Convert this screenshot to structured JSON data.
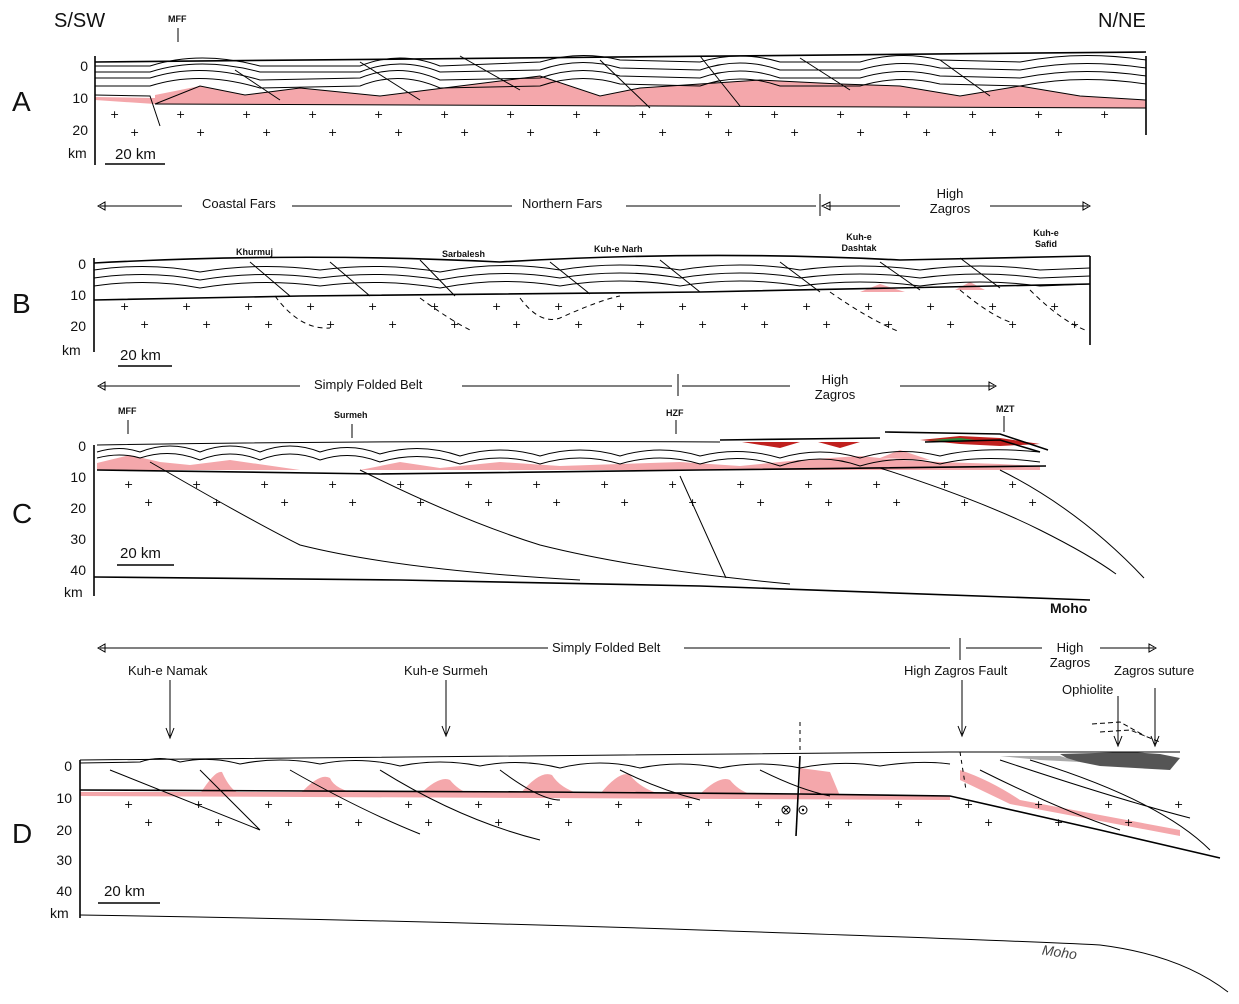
{
  "header": {
    "left": "S/SW",
    "right": "N/NE"
  },
  "panels": {
    "A": {
      "letter": "A",
      "depth_ticks": [
        "0",
        "10",
        "20"
      ],
      "unit": "km",
      "scale": "20 km",
      "faults": [
        "MFF"
      ]
    },
    "B": {
      "letter": "B",
      "depth_ticks": [
        "0",
        "10",
        "20"
      ],
      "unit": "km",
      "scale": "20 km",
      "regions": [
        "Coastal Fars",
        "Northern Fars",
        "High Zagros"
      ],
      "structures": [
        "Khurmuj",
        "Sarbalesh",
        "Kuh-e Narh",
        "Kuh-e Dashtak",
        "Kuh-e Safid"
      ]
    },
    "C": {
      "letter": "C",
      "depth_ticks": [
        "0",
        "10",
        "20",
        "30",
        "40"
      ],
      "unit": "km",
      "scale": "20 km",
      "regions": [
        "Simply Folded Belt",
        "High Zagros"
      ],
      "faults": [
        "MFF",
        "Surmeh",
        "HZF",
        "MZT"
      ],
      "moho": "Moho"
    },
    "D": {
      "letter": "D",
      "depth_ticks": [
        "0",
        "10",
        "20",
        "30",
        "40"
      ],
      "unit": "km",
      "scale": "20 km",
      "regions": [
        "Simply Folded Belt",
        "High Zagros"
      ],
      "labels": [
        "Kuh-e Namak",
        "Kuh-e Surmeh",
        "High Zagros Fault",
        "Ophiolite",
        "Zagros suture"
      ],
      "moho": "Moho"
    }
  },
  "colors": {
    "salt": "#f4a7ab",
    "line": "#000000",
    "moho_d": "#8a8a8a",
    "ophiolite": "#555555",
    "red_unit": "#c0201e",
    "green_unit": "#2e8a3a"
  }
}
